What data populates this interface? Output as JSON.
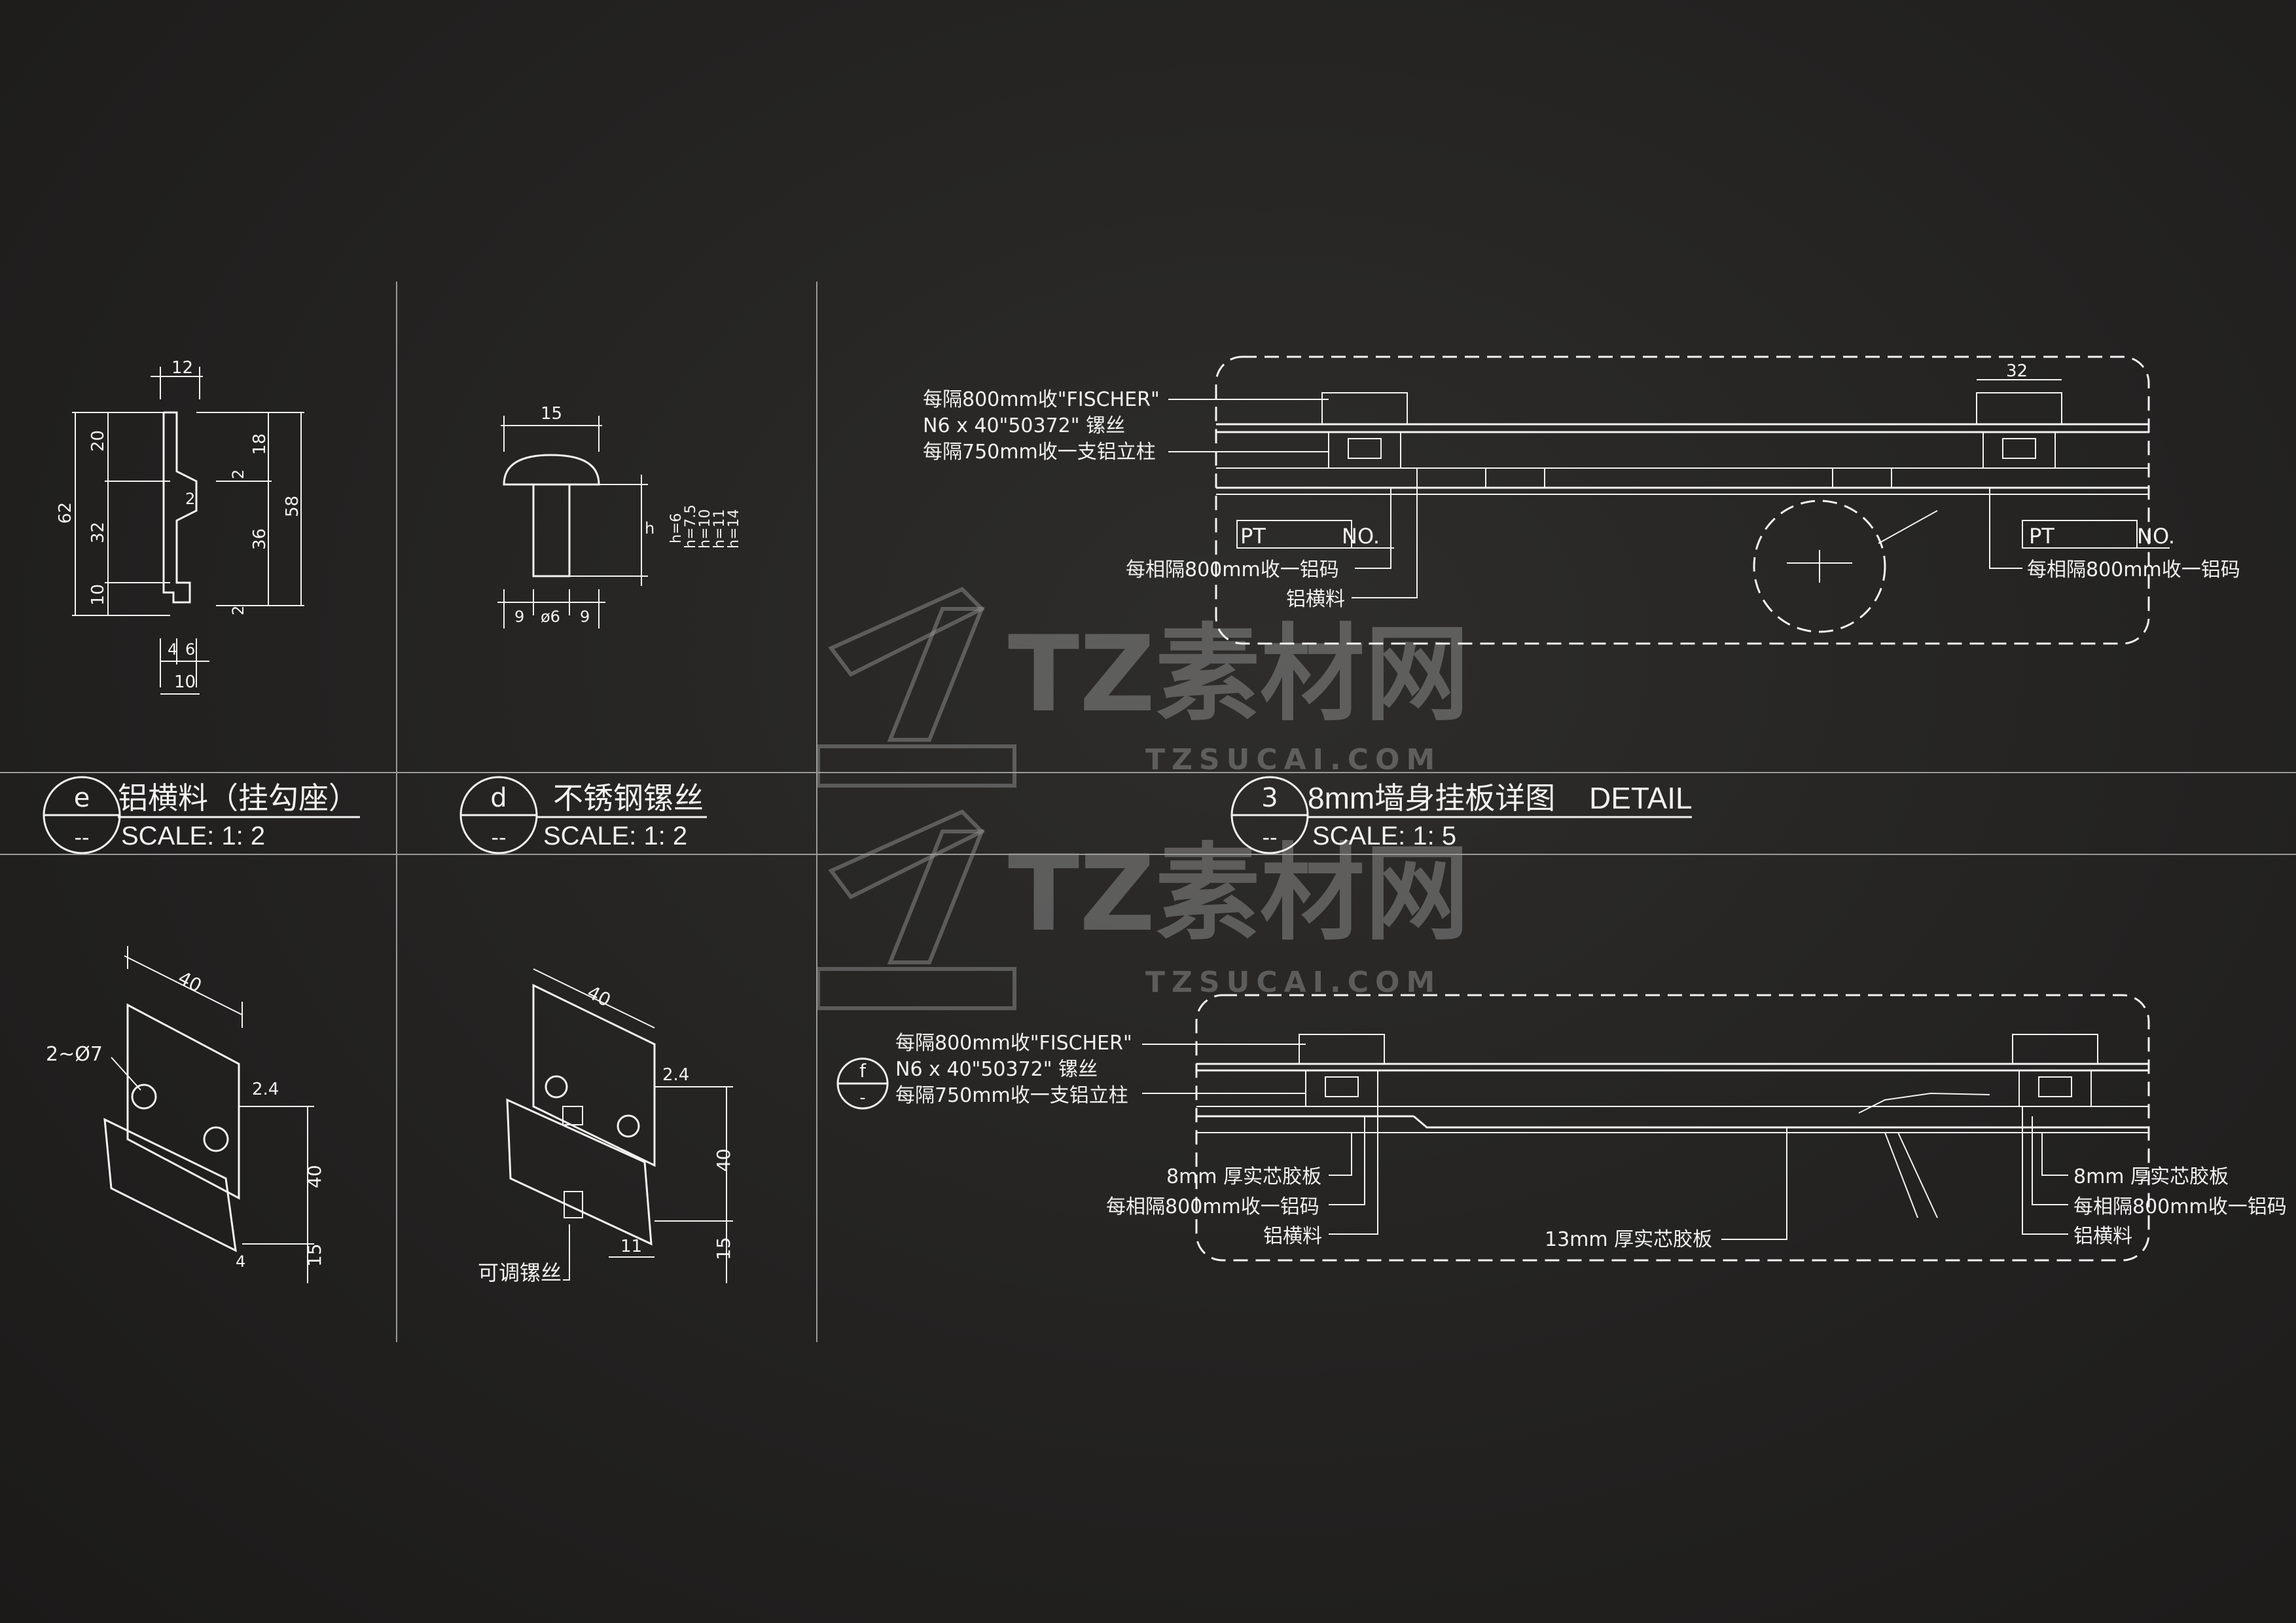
{
  "panels": {
    "e": {
      "tag": "e",
      "tag_sub": "--",
      "title": "铝横料（挂勾座）",
      "scale": "SCALE: 1: 2",
      "dims": {
        "top": "12",
        "h20": "20",
        "h32": "32",
        "h10": "10",
        "h62": "62",
        "r18": "18",
        "r36": "36",
        "r58": "58",
        "r2a": "2",
        "r2b": "2",
        "mid2": "2",
        "b4": "4",
        "b6": "6",
        "b10": "10"
      },
      "iso": {
        "w40": "40",
        "hole": "2~Ø7",
        "t24": "2.4",
        "h40": "40",
        "h15": "15",
        "b4": "4"
      }
    },
    "d": {
      "tag": "d",
      "tag_sub": "--",
      "title": "不锈钢镙丝",
      "scale": "SCALE: 1: 2",
      "dims": {
        "top": "15",
        "h": "h",
        "hvals": [
          "h=6",
          "h=7.5",
          "h=10",
          "h=11",
          "h=14"
        ],
        "b9a": "9",
        "bphi": "ø6",
        "b9b": "9"
      },
      "iso": {
        "w40": "40",
        "t24": "2.4",
        "h40": "40",
        "h15": "15",
        "b11": "11",
        "note": "可调镙丝"
      }
    },
    "detail3": {
      "tag": "3",
      "tag_sub": "--",
      "title": "8mm墙身挂板详图",
      "title_en": "DETAIL",
      "scale": "SCALE: 1: 5",
      "labels": {
        "fischer1": "每隔800mm收\"FISCHER\"",
        "fischer2": "N6 x 40\"50372\" 镙丝",
        "col": "每隔750mm收一支铝立柱",
        "pt": "PT",
        "no": "NO.",
        "code_l": "每相隔800mm收一铝码",
        "rail_l": "铝横料",
        "pt_r": "PT",
        "no_r": "NO.",
        "code_r": "每相隔800mm收一铝码",
        "dim32": "32"
      }
    },
    "f": {
      "tag": "f",
      "tag_sub": "-",
      "labels": {
        "fischer1": "每隔800mm收\"FISCHER\"",
        "fischer2": "N6 x 40\"50372\" 镙丝",
        "col": "每隔750mm收一支铝立柱",
        "board8_l": "8mm 厚实芯胶板",
        "code_l": "每相隔800mm收一铝码",
        "rail_l": "铝横料",
        "board13": "13mm 厚实芯胶板",
        "board8_r": "8mm 厚实芯胶板",
        "code_r": "每相隔800mm收一铝码",
        "rail_r": "铝横料"
      }
    }
  },
  "watermark": {
    "brand": "TZ素材网",
    "url": "TZSUCAI.COM"
  }
}
